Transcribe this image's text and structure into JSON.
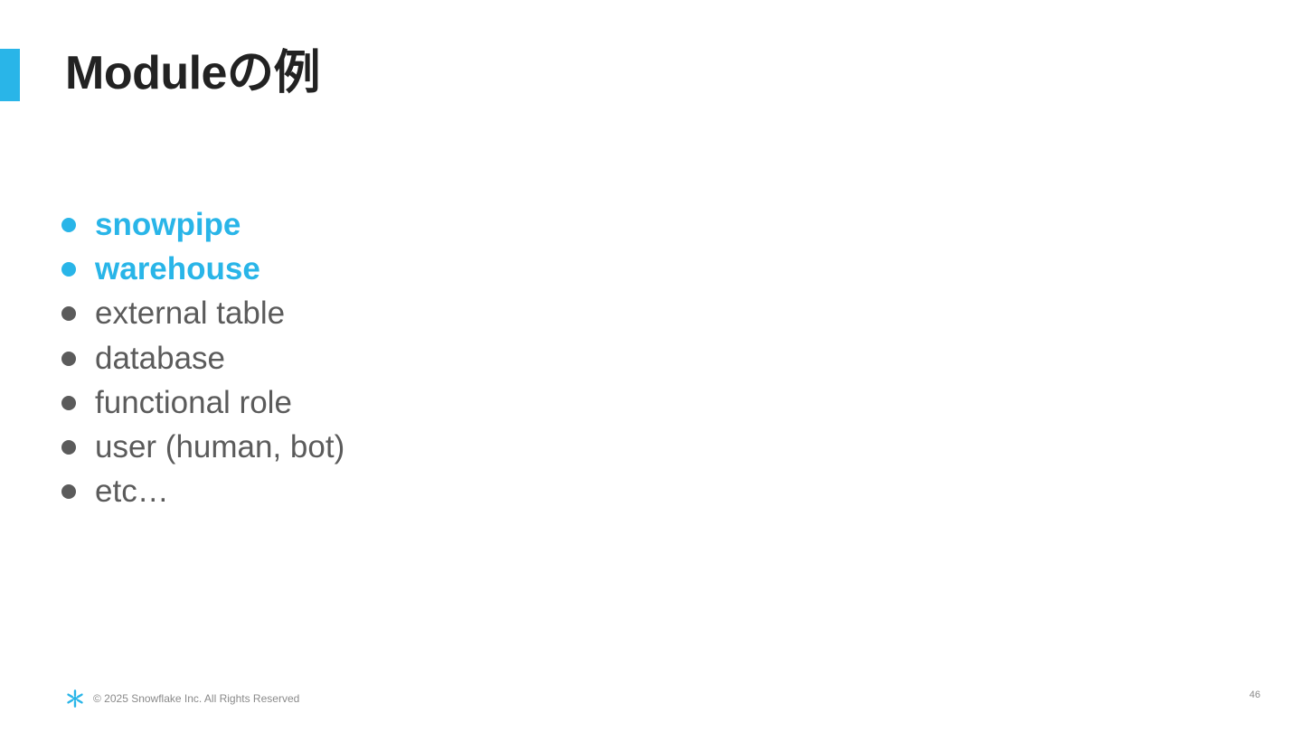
{
  "slide": {
    "title": "Moduleの例",
    "accent_color": "#29b5e8",
    "text_color": "#5b5b5b",
    "bullets": [
      {
        "label": "snowpipe",
        "highlighted": true
      },
      {
        "label": "warehouse",
        "highlighted": true
      },
      {
        "label": "external table",
        "highlighted": false
      },
      {
        "label": "database",
        "highlighted": false
      },
      {
        "label": "functional role",
        "highlighted": false
      },
      {
        "label": "user (human, bot)",
        "highlighted": false
      },
      {
        "label": "etc…",
        "highlighted": false
      }
    ]
  },
  "footer": {
    "logo_icon": "snowflake-logo-icon",
    "copyright": "© 2025 Snowflake Inc. All Rights Reserved",
    "page_number": "46"
  }
}
